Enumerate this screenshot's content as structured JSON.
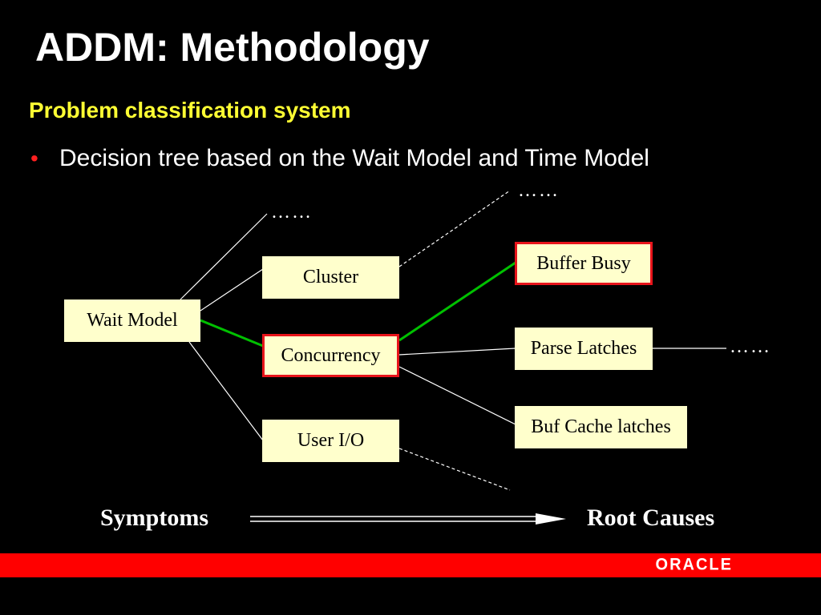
{
  "slide": {
    "title": "ADDM: Methodology",
    "subtitle": "Problem classification system",
    "bullet": "Decision tree based on the Wait Model and Time Model",
    "bullet_symbol": "•"
  },
  "diagram": {
    "root": {
      "label": "Wait Model"
    },
    "categories": [
      {
        "label": "Cluster",
        "highlighted": false
      },
      {
        "label": "Concurrency",
        "highlighted": true
      },
      {
        "label": "User I/O",
        "highlighted": false
      }
    ],
    "causes": [
      {
        "label": "Buffer Busy",
        "highlighted": true
      },
      {
        "label": "Parse Latches",
        "highlighted": false
      },
      {
        "label": "Buf Cache latches",
        "highlighted": false
      }
    ],
    "ellipsis": "……",
    "highlight_path_color": "#00c000",
    "highlight_border_color": "#e8141b",
    "node_fill": "#ffffcc"
  },
  "flow": {
    "from_label": "Symptoms",
    "to_label": "Root Causes"
  },
  "footer": {
    "logo": "ORACLE",
    "bar_color": "#ff0000"
  }
}
